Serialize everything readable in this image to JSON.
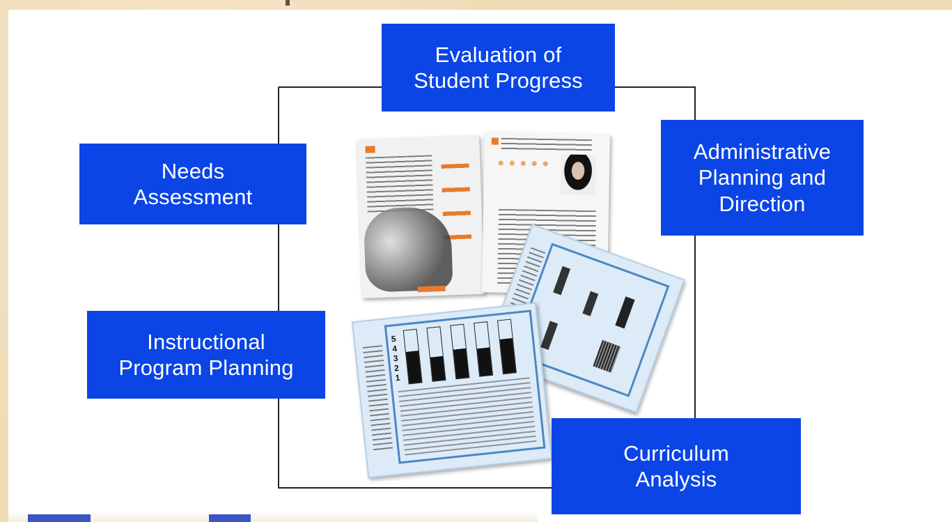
{
  "nodes": {
    "evaluation": "Evaluation of\nStudent Progress",
    "needs": "Needs\nAssessment",
    "administrative": "Administrative\nPlanning and\nDirection",
    "instructional": "Instructional\nProgram Planning",
    "curriculum": "Curriculum\nAnalysis"
  },
  "colors": {
    "node_fill": "#0b45e6",
    "node_text": "#ffffff",
    "connector": "#222222",
    "frame": "#efdcb6"
  },
  "illustration": {
    "subject": "assessment-booklets-and-score-reports",
    "chart_levels": [
      "5",
      "4",
      "3",
      "2",
      "1"
    ]
  }
}
